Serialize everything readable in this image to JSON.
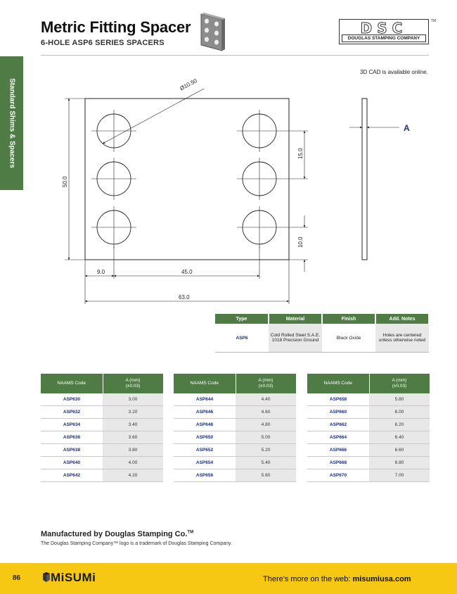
{
  "header": {
    "title": "Metric Fitting Spacer",
    "subtitle": "6-HOLE ASP6 SERIES SPACERS",
    "side_tab": "Standard Shims & Spacers",
    "logo_letters": "DSC",
    "logo_text": "DOUGLAS STAMPING COMPANY",
    "logo_tm": "TM",
    "cad_note": "3D CAD is available online."
  },
  "drawing": {
    "hole_dia": "Ø10.50",
    "height": "50.0",
    "pitch_v": "15.0",
    "edge_v": "10.0",
    "edge_h": "9.0",
    "pitch_h": "45.0",
    "width": "63.0",
    "side_label": "A"
  },
  "spec": {
    "headers": [
      "Type",
      "Material",
      "Finish",
      "Add. Notes"
    ],
    "type": "ASP6",
    "material_line1": "Cold Rolled Steel S.A.E.",
    "material_line2": "1018 Precision Ground",
    "finish": "Black Oxide",
    "notes_line1": "Holes are centered",
    "notes_line2": "unless otherwise noted"
  },
  "code_tables": [
    {
      "header_code": "NAAMS Code",
      "header_a1": "A (mm)",
      "header_a2": "(±0.03)",
      "rows": [
        {
          "code": "ASP630",
          "a": "3.00"
        },
        {
          "code": "ASP632",
          "a": "3.20"
        },
        {
          "code": "ASP634",
          "a": "3.40"
        },
        {
          "code": "ASP636",
          "a": "3.60"
        },
        {
          "code": "ASP638",
          "a": "3.80"
        },
        {
          "code": "ASP640",
          "a": "4.00"
        },
        {
          "code": "ASP642",
          "a": "4.20"
        }
      ]
    },
    {
      "header_code": "NAAMS Code",
      "header_a1": "A (mm)",
      "header_a2": "(±0.03)",
      "rows": [
        {
          "code": "ASP644",
          "a": "4.40"
        },
        {
          "code": "ASP646",
          "a": "4.60"
        },
        {
          "code": "ASP648",
          "a": "4.80"
        },
        {
          "code": "ASP650",
          "a": "5.00"
        },
        {
          "code": "ASP652",
          "a": "5.20"
        },
        {
          "code": "ASP654",
          "a": "5.40"
        },
        {
          "code": "ASP656",
          "a": "5.60"
        }
      ]
    },
    {
      "header_code": "NAAMS Code",
      "header_a1": "A (mm)",
      "header_a2": "(±0.03)",
      "rows": [
        {
          "code": "ASP658",
          "a": "5.80"
        },
        {
          "code": "ASP660",
          "a": "6.00"
        },
        {
          "code": "ASP662",
          "a": "6.20"
        },
        {
          "code": "ASP664",
          "a": "6.40"
        },
        {
          "code": "ASP666",
          "a": "6.60"
        },
        {
          "code": "ASP668",
          "a": "6.80"
        },
        {
          "code": "ASP670",
          "a": "7.00"
        }
      ]
    }
  ],
  "manufacturer": {
    "text": "Manufactured by Douglas Stamping Co.",
    "tm": "TM",
    "trademark": "The Douglas Stamping Company™ logo is a trademark of Douglas Stamping Company."
  },
  "footer": {
    "page_number": "86",
    "brand": "MiSUMi",
    "tagline_prefix": "There's more on the web: ",
    "tagline_url": "misumiusa.com"
  },
  "colors": {
    "accent_green": "#4f7c45",
    "footer_yellow": "#f6c713",
    "code_blue": "#1b2e7a"
  }
}
